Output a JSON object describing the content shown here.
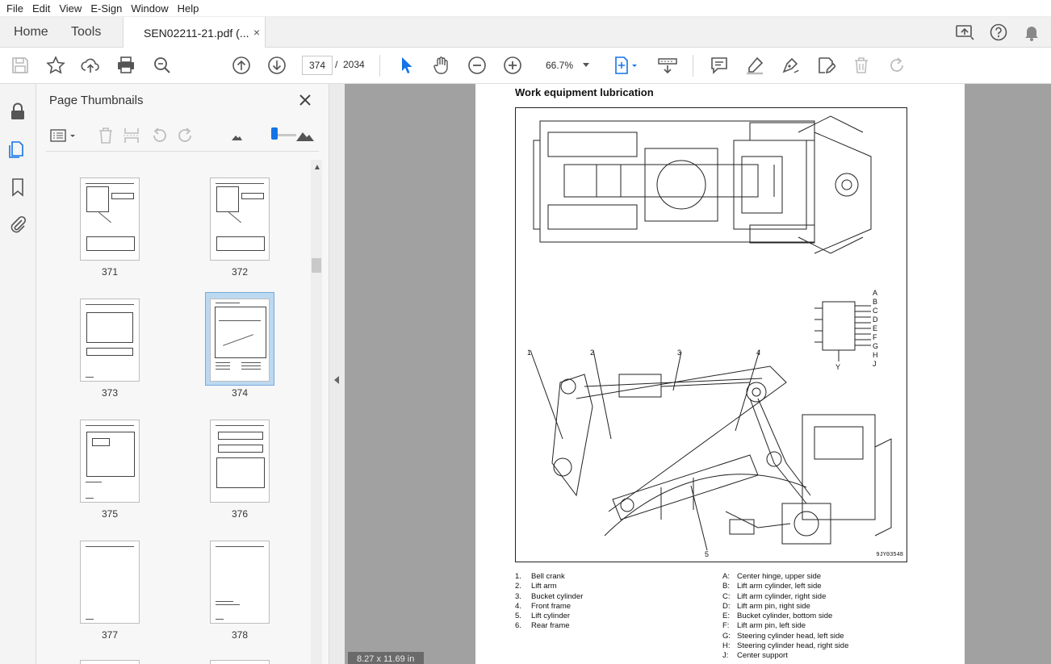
{
  "menu": [
    "File",
    "Edit",
    "View",
    "E-Sign",
    "Window",
    "Help"
  ],
  "tabs": {
    "home": "Home",
    "tools": "Tools",
    "document": "SEN02211-21.pdf (...",
    "close": "×"
  },
  "toolbar": {
    "current_page": "374",
    "page_separator": "/",
    "total_pages": "2034",
    "zoom": "66.7%"
  },
  "panel": {
    "title": "Page Thumbnails",
    "thumbnails": [
      {
        "label": "371"
      },
      {
        "label": "372"
      },
      {
        "label": "373"
      },
      {
        "label": "374",
        "selected": true
      },
      {
        "label": "375"
      },
      {
        "label": "376"
      },
      {
        "label": "377"
      },
      {
        "label": "378"
      }
    ]
  },
  "document": {
    "heading": "Work equipment lubrication",
    "figure_code": "9JY03548",
    "callout_numbers": [
      "1",
      "2",
      "3",
      "4",
      "5"
    ],
    "callout_letters": [
      "A",
      "B",
      "C",
      "D",
      "E",
      "F",
      "G",
      "H",
      "J"
    ],
    "view_label": "Y",
    "legend_numbers": [
      {
        "num": "1.",
        "text": "Bell crank"
      },
      {
        "num": "2.",
        "text": "Lift arm"
      },
      {
        "num": "3.",
        "text": "Bucket cylinder"
      },
      {
        "num": "4.",
        "text": "Front frame"
      },
      {
        "num": "5.",
        "text": "Lift cylinder"
      },
      {
        "num": "6.",
        "text": "Rear frame"
      }
    ],
    "legend_letters": [
      {
        "letter": "A:",
        "text": "Center hinge, upper side"
      },
      {
        "letter": "B:",
        "text": "Lift arm cylinder, left side"
      },
      {
        "letter": "C:",
        "text": "Lift arm cylinder, right side"
      },
      {
        "letter": "D:",
        "text": "Lift arm pin, right side"
      },
      {
        "letter": "E:",
        "text": "Bucket cylinder, bottom side"
      },
      {
        "letter": "F:",
        "text": "Lift arm pin, left side"
      },
      {
        "letter": "G:",
        "text": "Steering cylinder head, left side"
      },
      {
        "letter": "H:",
        "text": "Steering cylinder head, right side"
      },
      {
        "letter": "J:",
        "text": "Center support"
      }
    ],
    "page_size": "8.27 x 11.69 in"
  },
  "colors": {
    "accent": "#1473e6",
    "selection": "#bcd9f2",
    "canvas": "#a1a1a1"
  }
}
